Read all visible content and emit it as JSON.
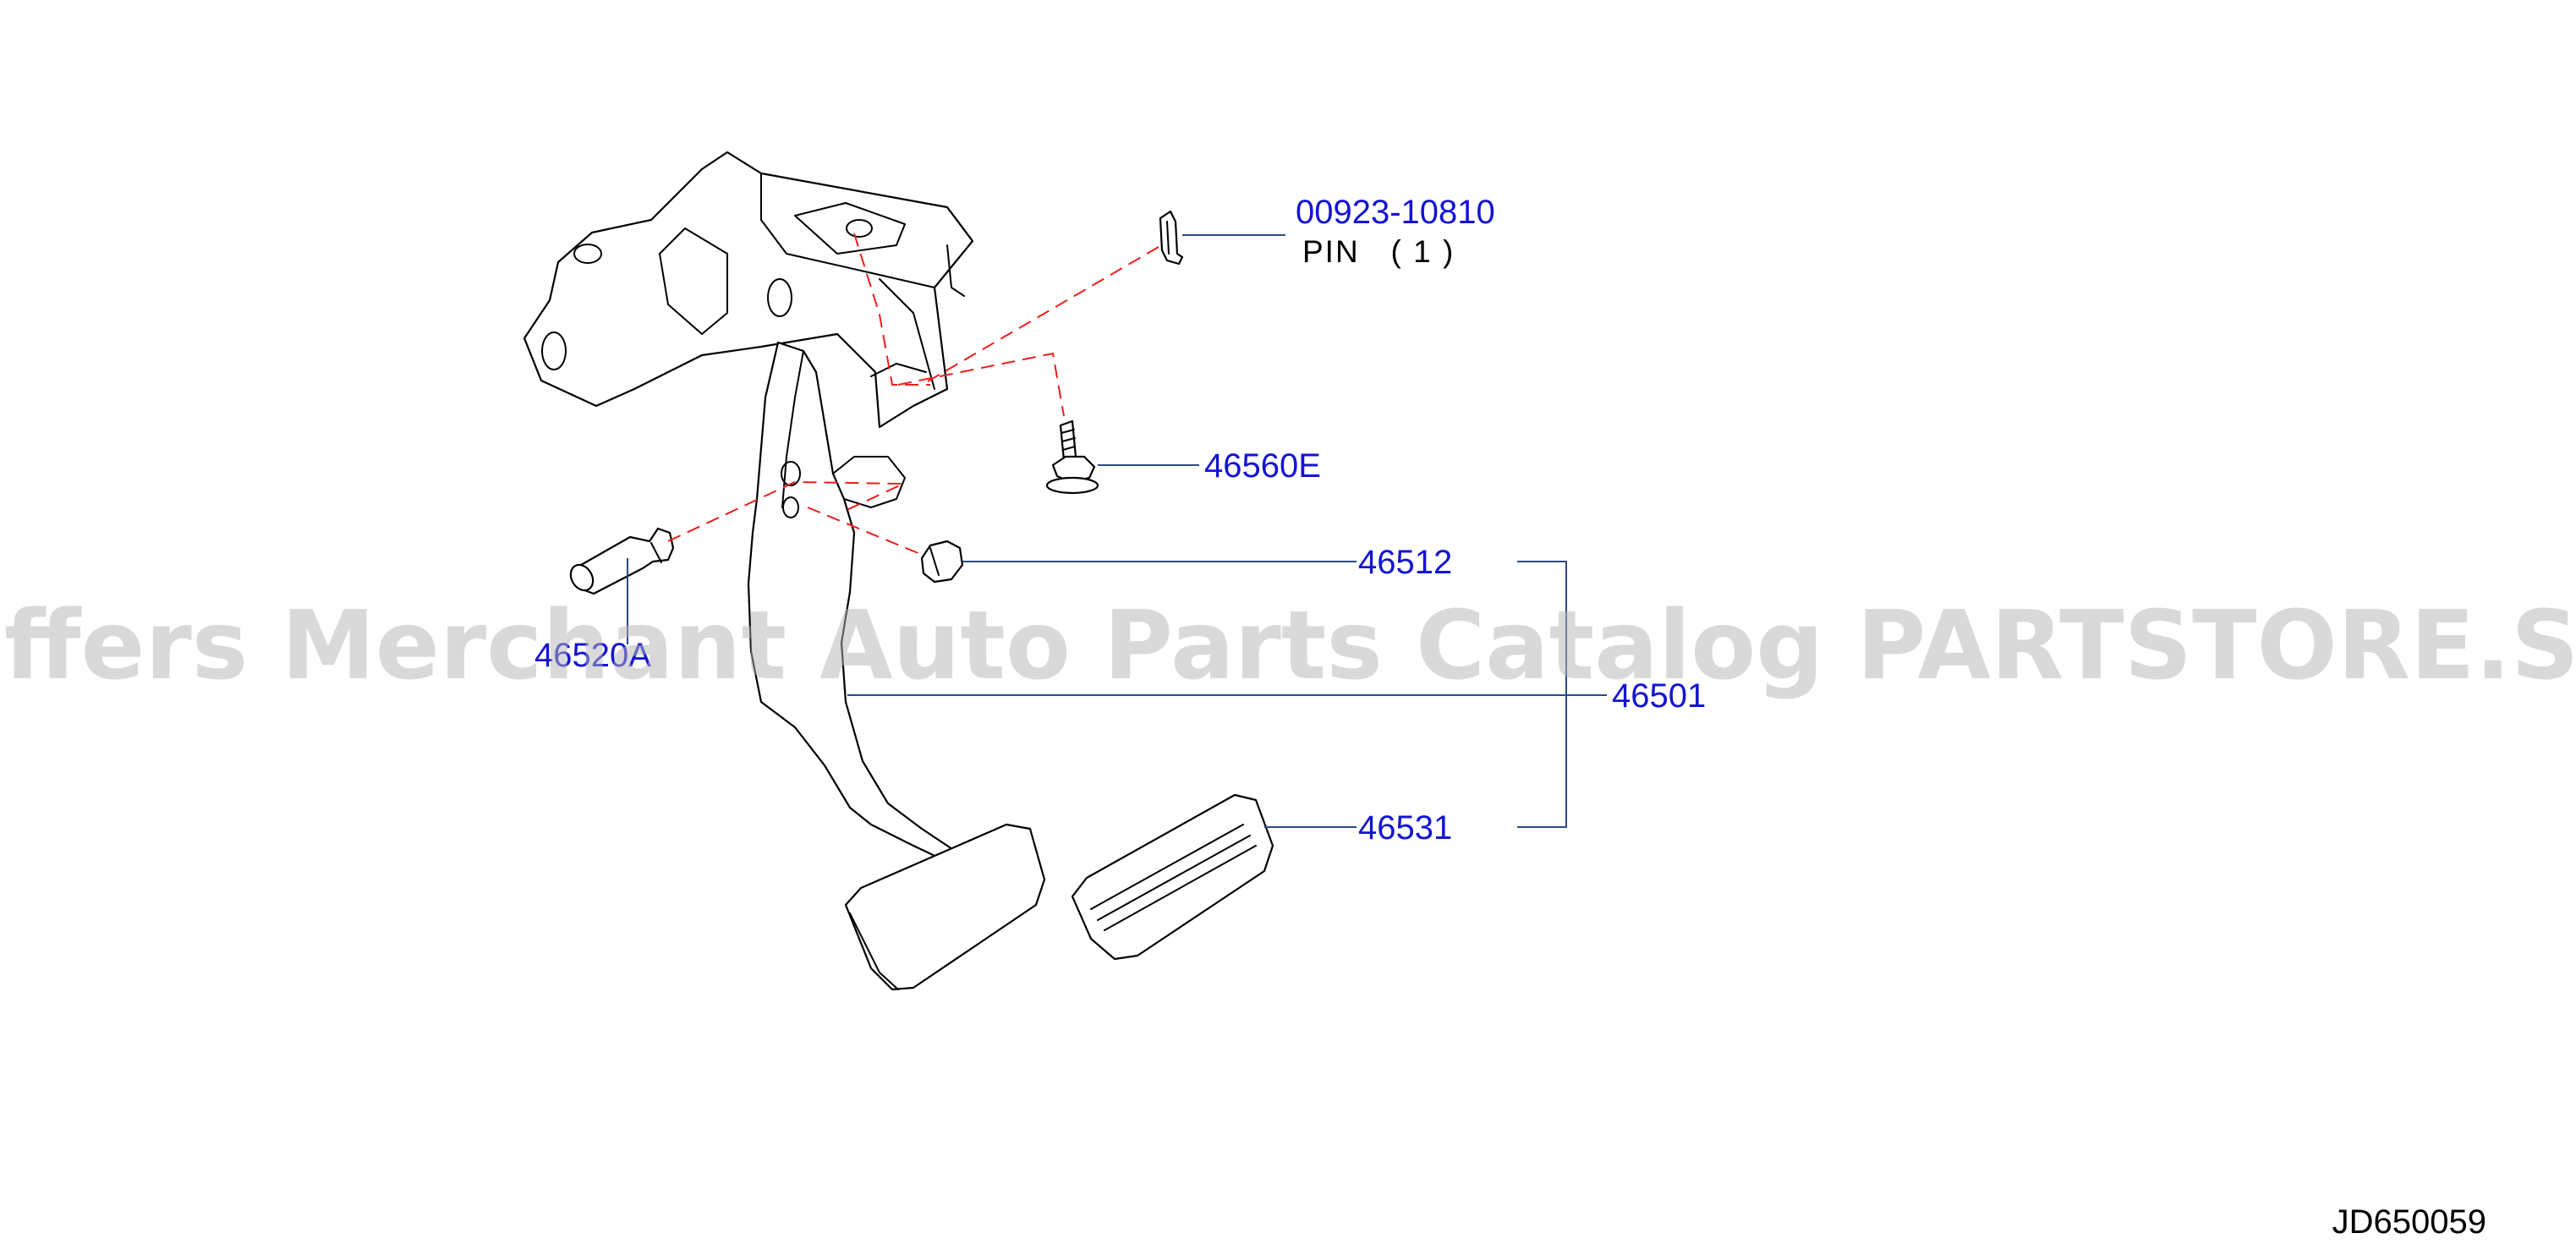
{
  "colors": {
    "callout": "#1414d2",
    "leader": "#2c4a86",
    "dashed": "#ee1c1c",
    "outline": "#000000",
    "watermark": "#b4b4b4"
  },
  "callouts": {
    "pin_part": "00923-10810",
    "pin_desc": "PIN   ( 1 )",
    "bolt": "46560E",
    "stopper": "46512",
    "pedal_assy": "46501",
    "pad": "46531",
    "clevis_pin": "46520A"
  },
  "reference_code": "JD650059",
  "watermark": "Offers Merchant Auto Parts Catalog PARTSTORE.SA"
}
